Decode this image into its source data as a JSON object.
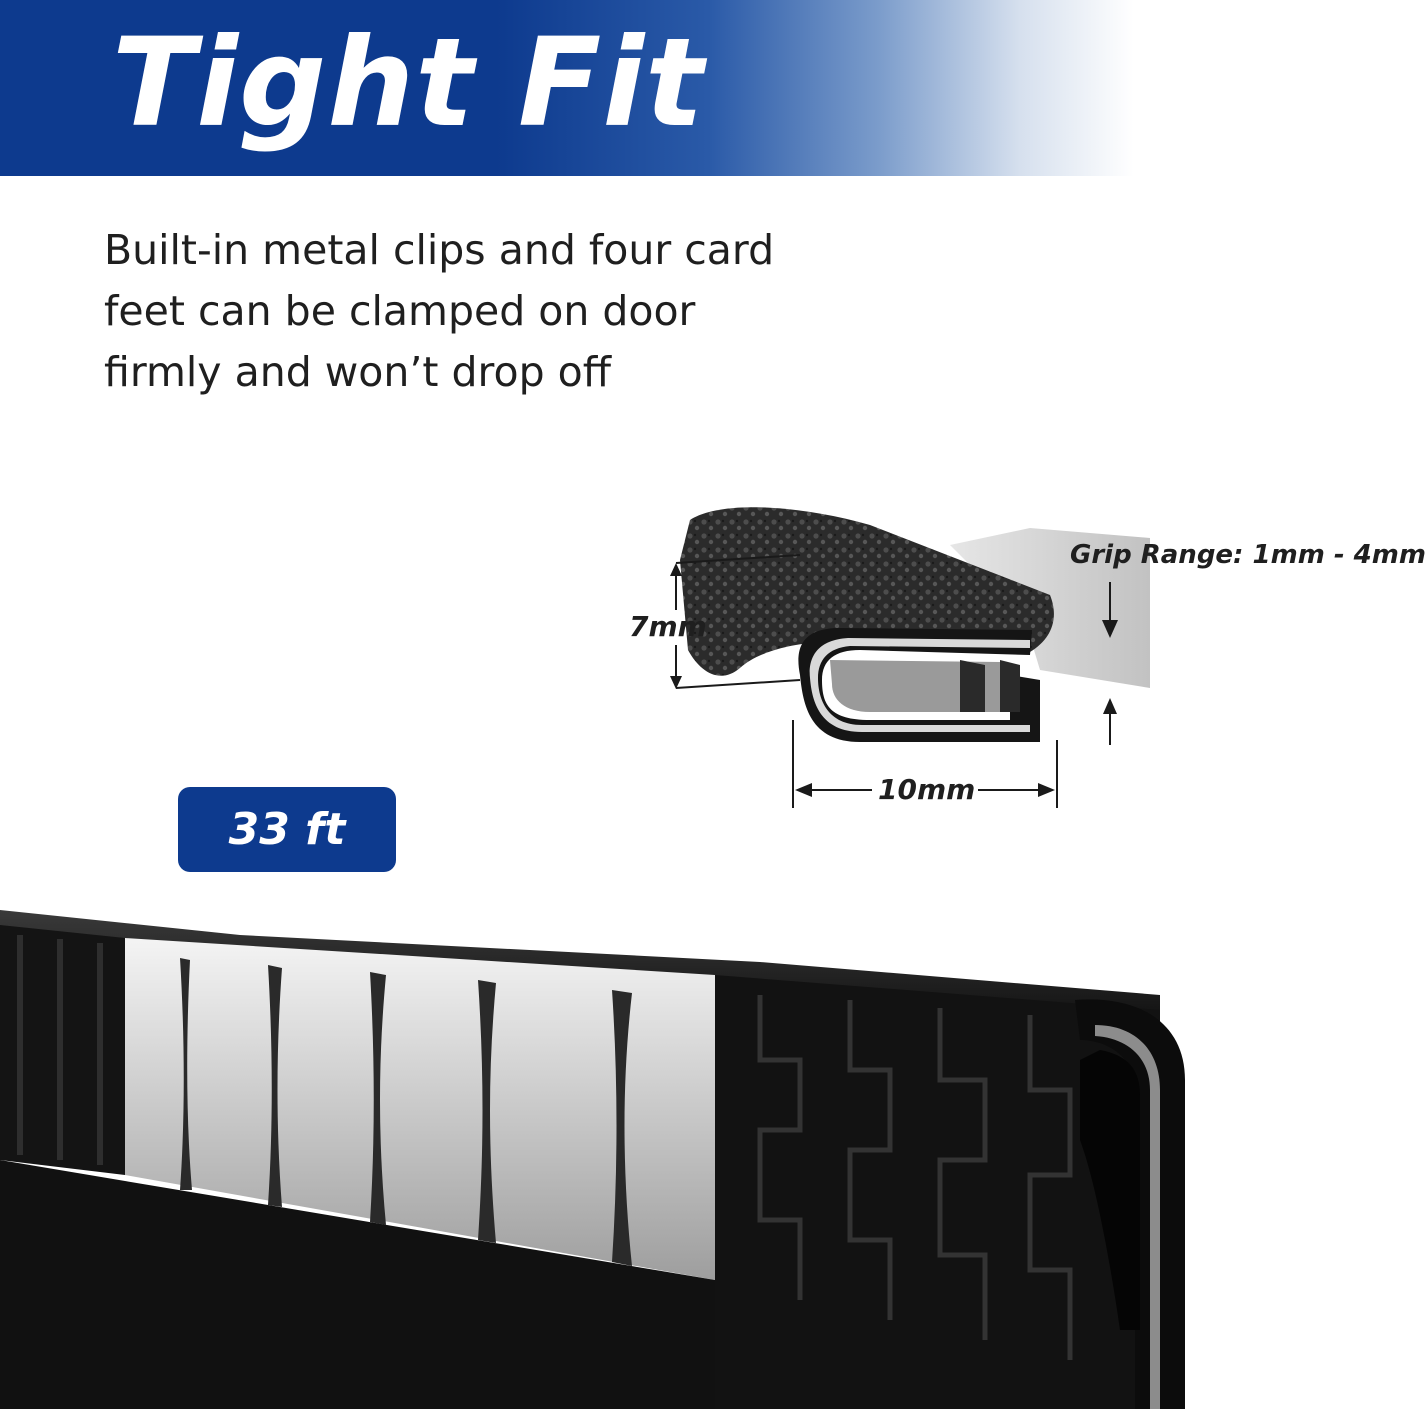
{
  "banner": {
    "title": "Tight Fit",
    "color_dark": "#0d3a8e"
  },
  "description": {
    "lines": [
      "Built-in metal clips and four card",
      "feet can be clamped on door",
      "firmly and won’t drop off"
    ]
  },
  "diagram": {
    "grip_range_label": "Grip Range: 1mm - 4mm",
    "height_label": "7mm",
    "width_label": "10mm"
  },
  "badge": {
    "length_label": "33 ft"
  },
  "icons": [
    "arrow-down-icon",
    "arrow-up-icon",
    "arrow-left-icon",
    "arrow-right-icon"
  ]
}
